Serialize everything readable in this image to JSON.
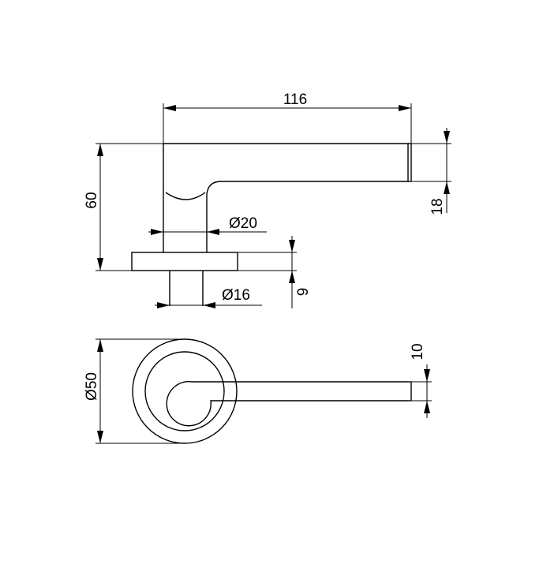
{
  "dimensions": {
    "overall_length": "116",
    "overall_height": "60",
    "lever_thickness": "18",
    "neck_diameter": "Ø20",
    "rose_thickness": "9",
    "spindle_diameter": "Ø16",
    "rose_diameter": "Ø50",
    "lever_width_plan": "10"
  },
  "colors": {
    "line": "#000000",
    "background": "#ffffff"
  }
}
